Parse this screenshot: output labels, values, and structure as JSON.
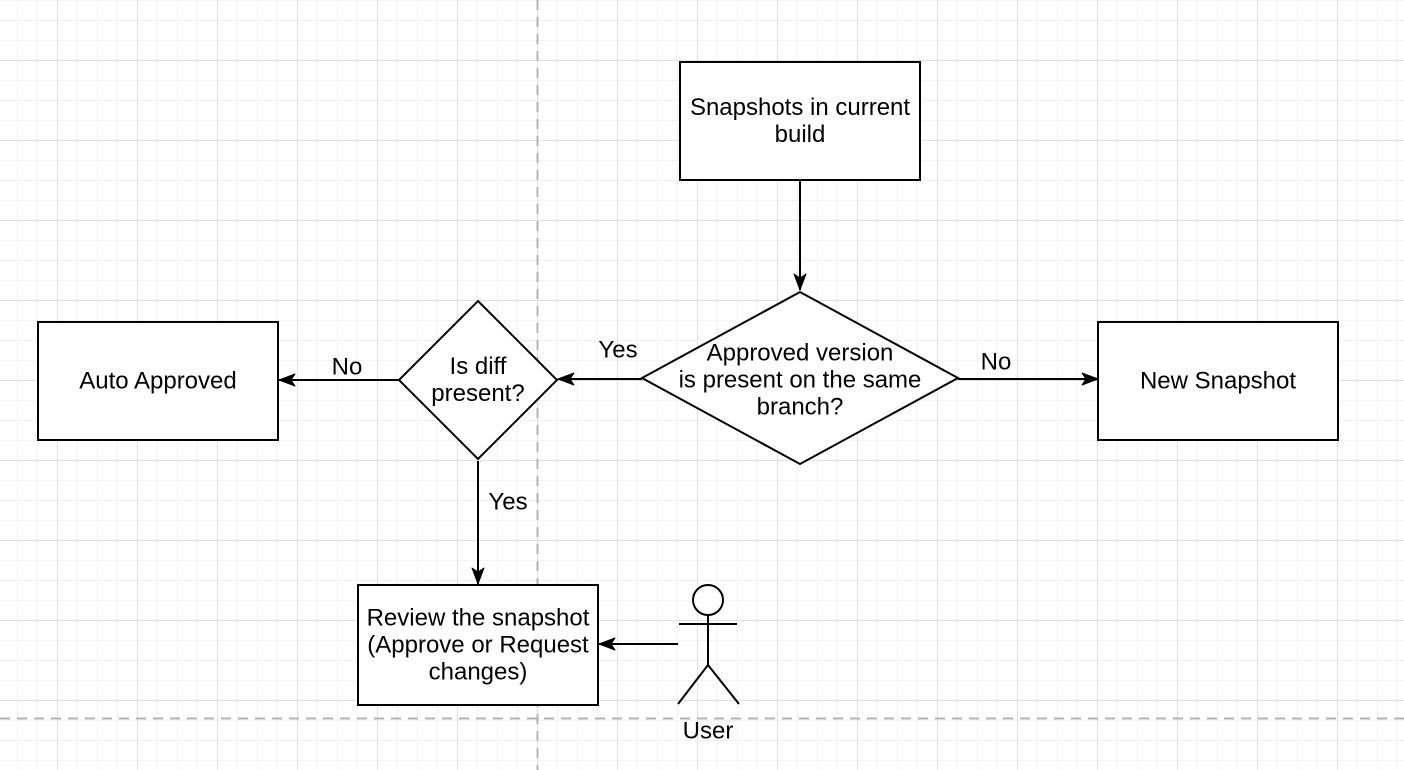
{
  "colors": {
    "stroke": "#000000",
    "shape_fill": "#ffffff",
    "text": "#000000",
    "grid_minor": "#f3f3f3",
    "grid_major": "#e0e0e0",
    "page_boundary": "#b3b3b3"
  },
  "nodes": {
    "snapshots": {
      "shape": "rectangle",
      "label": "Snapshots in current\nbuild"
    },
    "approved_version": {
      "shape": "diamond",
      "label": "Approved version\nis present on the same\nbranch?"
    },
    "is_diff": {
      "shape": "diamond",
      "label": "Is diff\npresent?"
    },
    "auto_approved": {
      "shape": "rectangle",
      "label": "Auto Approved"
    },
    "new_snapshot": {
      "shape": "rectangle",
      "label": "New Snapshot"
    },
    "review": {
      "shape": "rectangle",
      "label": "Review the snapshot\n(Approve or Request\nchanges)"
    },
    "user": {
      "shape": "actor",
      "label": "User"
    }
  },
  "edges": {
    "build_to_decision": {
      "from": "snapshots",
      "to": "approved_version",
      "label": ""
    },
    "decision_yes": {
      "from": "approved_version",
      "to": "is_diff",
      "label": "Yes"
    },
    "decision_no": {
      "from": "approved_version",
      "to": "new_snapshot",
      "label": "No"
    },
    "diff_no": {
      "from": "is_diff",
      "to": "auto_approved",
      "label": "No"
    },
    "diff_yes": {
      "from": "is_diff",
      "to": "review",
      "label": "Yes"
    },
    "user_to_review": {
      "from": "user",
      "to": "review",
      "label": ""
    }
  }
}
